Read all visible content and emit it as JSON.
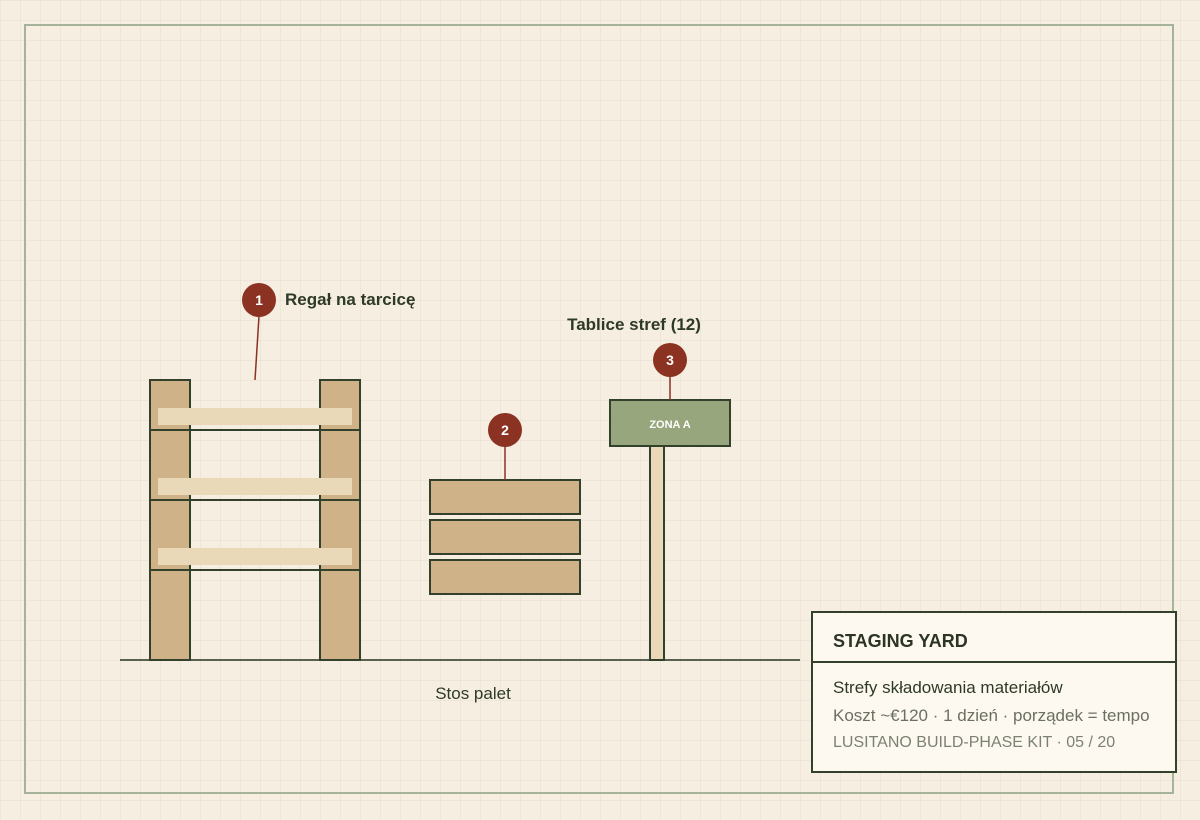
{
  "colors": {
    "background": "#f5eee1",
    "frame": "#a7b29a",
    "wood": "#cfb287",
    "wood_light": "#e9d9b8",
    "outline": "#33402b",
    "marker": "#8b3222",
    "sign": "#97a67c",
    "panel": "#fdf9f1"
  },
  "callouts": [
    {
      "number": "1",
      "label": "Regał na tarcicę"
    },
    {
      "number": "2",
      "label": "Stos palet"
    },
    {
      "number": "3",
      "label": "Tablice stref (12)"
    }
  ],
  "sign": {
    "text": "ZONA A"
  },
  "title_block": {
    "title": "STAGING YARD",
    "subtitle": "Strefy składowania materiałów",
    "meta": "Koszt ~€120 · 1 dzień · porządek = tempo",
    "kit": "LUSITANO BUILD-PHASE KIT · 05 / 20"
  }
}
